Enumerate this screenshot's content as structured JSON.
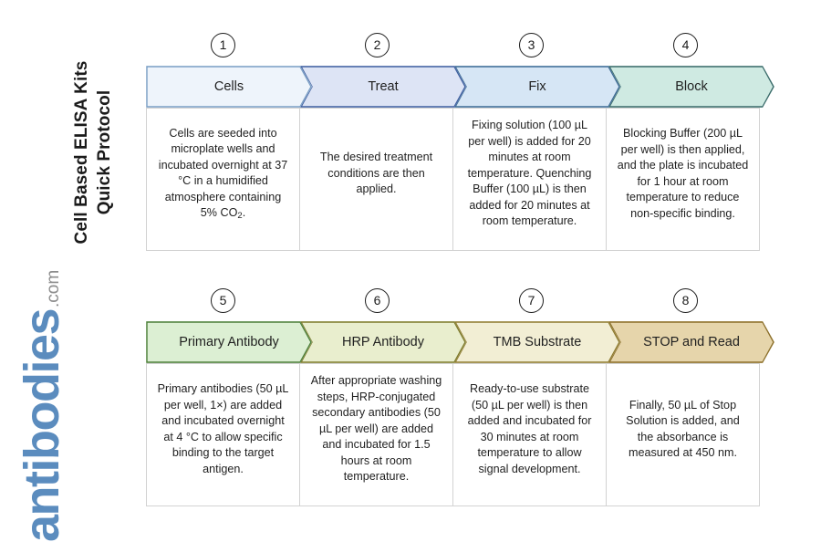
{
  "brand": {
    "title": "Cell Based ELISA Kits\nQuick Protocol",
    "logo_name": "antibodies",
    "logo_tld": ".com",
    "logo_color": "#5b8cbe",
    "logo_tld_color": "#8d8d8d"
  },
  "rows": [
    {
      "id": "row-1",
      "steps": [
        {
          "number": "1",
          "label": "Cells",
          "fill": "#eef4fb",
          "stroke": "#7a9ec4",
          "description": "Cells are seeded into microplate wells and incubated overnight at 37 °C in a humidified atmosphere containing 5% CO",
          "description_sub": "2",
          "description_tail": "."
        },
        {
          "number": "2",
          "label": "Treat",
          "fill": "#dde4f5",
          "stroke": "#3f5fa0",
          "description": "The desired treatment conditions are then applied.",
          "description_sub": "",
          "description_tail": ""
        },
        {
          "number": "3",
          "label": "Fix",
          "fill": "#d6e6f5",
          "stroke": "#3c6a93",
          "description": "Fixing solution (100 µL per well) is added for 20 minutes at room temperature. Quenching Buffer (100 µL) is then added for 20 minutes at room temperature.",
          "description_sub": "",
          "description_tail": ""
        },
        {
          "number": "4",
          "label": "Block",
          "fill": "#cfeae2",
          "stroke": "#3b6b6a",
          "description": "Blocking Buffer (200 µL per well) is then applied, and the plate is incubated for 1 hour at room temperature to reduce non-specific binding.",
          "description_sub": "",
          "description_tail": ""
        }
      ]
    },
    {
      "id": "row-2",
      "steps": [
        {
          "number": "5",
          "label": "Primary Antibody",
          "fill": "#dcefd3",
          "stroke": "#4d7f3a",
          "description": "Primary antibodies (50 µL per well, 1×) are added and incubated overnight at 4 °C to allow specific binding to the target antigen.",
          "description_sub": "",
          "description_tail": ""
        },
        {
          "number": "6",
          "label": "HRP Antibody",
          "fill": "#e9eece",
          "stroke": "#7d7a2c",
          "description": "After appropriate washing steps, HRP-conjugated secondary antibodies (50 µL per well) are added and incubated for 1.5 hours at room temperature.",
          "description_sub": "",
          "description_tail": ""
        },
        {
          "number": "7",
          "label": "TMB Substrate",
          "fill": "#f2eed4",
          "stroke": "#8e7a2e",
          "description": "Ready-to-use substrate (50 µL per well) is then added and incubated for 30 minutes at room temperature to allow signal development.",
          "description_sub": "",
          "description_tail": ""
        },
        {
          "number": "8",
          "label": "STOP and Read",
          "fill": "#e6d5ab",
          "stroke": "#8b6f2b",
          "description": "Finally, 50 µL of Stop Solution is added, and the absorbance is measured at 450 nm.",
          "description_sub": "",
          "description_tail": ""
        }
      ]
    }
  ]
}
